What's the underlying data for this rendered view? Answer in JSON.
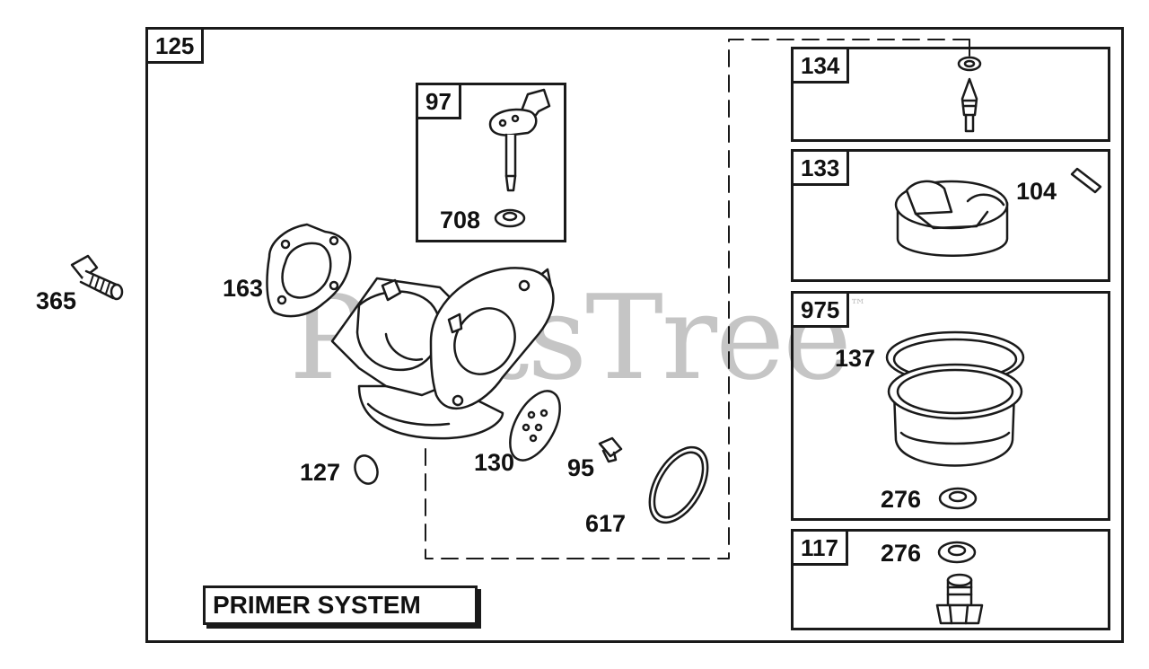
{
  "diagram": {
    "main_group": "125",
    "outside_part": "365",
    "groups": {
      "g97": "97",
      "g134": "134",
      "g133": "133",
      "g975": "975",
      "g117": "117"
    },
    "parts": {
      "p708": "708",
      "p163": "163",
      "p127": "127",
      "p130": "130",
      "p95": "95",
      "p617": "617",
      "p104": "104",
      "p137": "137",
      "p276a": "276",
      "p276b": "276"
    },
    "section_label": "PRIMER SYSTEM",
    "watermark": "PartsTree",
    "watermark_mark": "™"
  }
}
